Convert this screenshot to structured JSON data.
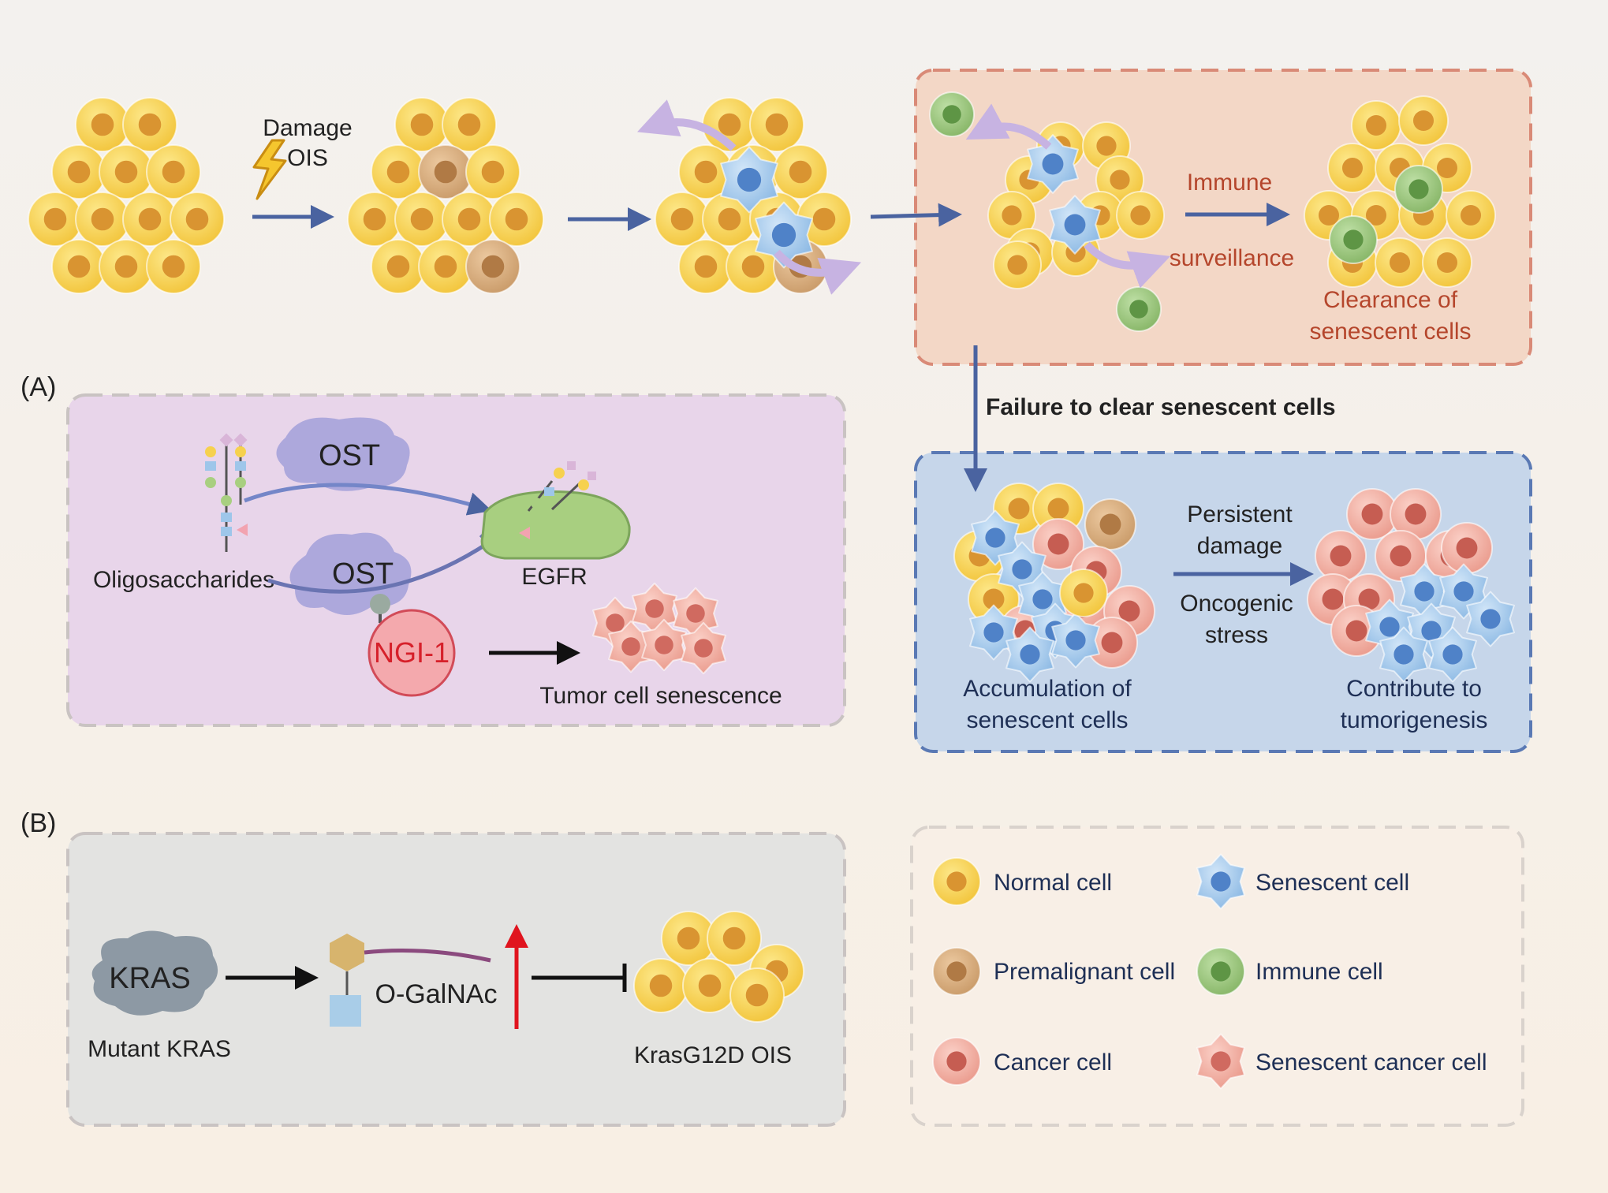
{
  "top": {
    "damage": "Damage",
    "ois": "OIS",
    "immune": "Immune",
    "surveillance": "surveillance",
    "clearance_1": "Clearance of",
    "clearance_2": "senescent cells",
    "failure": "Failure to clear senescent cells"
  },
  "panel_a": {
    "tag": "(A)",
    "ost_1": "OST",
    "ost_2": "OST",
    "oligosaccharides": "Oligosaccharides",
    "egfr": "EGFR",
    "ngi": "NGI-1",
    "tumor_senescence": "Tumor cell senescence"
  },
  "blue_box": {
    "persistent_1": "Persistent",
    "persistent_2": "damage",
    "oncogenic_1": "Oncogenic",
    "oncogenic_2": "stress",
    "accum_1": "Accumulation of",
    "accum_2": "senescent cells",
    "contribute_1": "Contribute to",
    "contribute_2": "tumorigenesis"
  },
  "panel_b": {
    "tag": "(B)",
    "kras": "KRAS",
    "mutant_kras": "Mutant KRAS",
    "ogalnac": "O-GalNAc",
    "kras_ois": "KrasG12D OIS"
  },
  "legend": {
    "items": [
      {
        "label": "Normal cell",
        "icon": "normal-cell-icon"
      },
      {
        "label": "Senescent cell",
        "icon": "senescent-cell-icon"
      },
      {
        "label": "Premalignant cell",
        "icon": "premalignant-cell-icon"
      },
      {
        "label": "Immune cell",
        "icon": "immune-cell-icon"
      },
      {
        "label": "Cancer cell",
        "icon": "cancer-cell-icon"
      },
      {
        "label": "Senescent cancer cell",
        "icon": "senescent-cancer-cell-icon"
      }
    ]
  },
  "colors": {
    "normal": "#f7d24e",
    "premalignant": "#d8ad7c",
    "senescent": "#a9cdee",
    "immune": "#9cc57e",
    "cancer": "#f2b1a5",
    "arrow": "#4a63a0",
    "orange_box": "#f3d7c6",
    "blue_box": "#c6d6ea",
    "purple_box": "#e8d5ea",
    "gray_box": "#e3e3e1"
  }
}
